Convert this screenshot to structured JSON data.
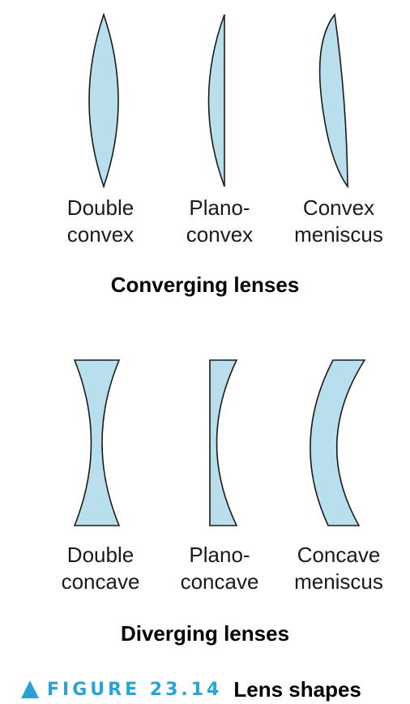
{
  "fill_color": "#b9dfec",
  "accent_color": "#29a3d6",
  "groups": [
    {
      "title": "Converging lenses",
      "lenses": [
        {
          "line1": "Double",
          "line2": "convex"
        },
        {
          "line1": "Plano-",
          "line2": "convex"
        },
        {
          "line1": "Convex",
          "line2": "meniscus"
        }
      ]
    },
    {
      "title": "Diverging lenses",
      "lenses": [
        {
          "line1": "Double",
          "line2": "concave"
        },
        {
          "line1": "Plano-",
          "line2": "concave"
        },
        {
          "line1": "Concave",
          "line2": "meniscus"
        }
      ]
    }
  ],
  "caption": {
    "marker_icon": "triangle-up-icon",
    "number": "FIGURE 23.14",
    "title": "Lens shapes"
  }
}
